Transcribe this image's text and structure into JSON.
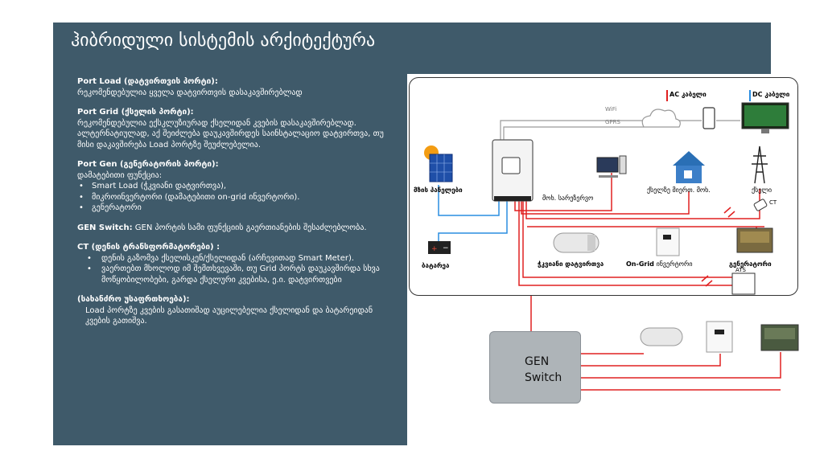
{
  "title": "ჰიბრიდული სისტემის არქიტექტურა",
  "sections": {
    "load": {
      "heading": "Port Load (დატვირთვის პორტი):",
      "text": "რეკომენდებულია ყველა დატვირთვის დასაკავშირებლად"
    },
    "grid": {
      "heading": "Port Grid (ქსელის პორტი):",
      "text": "რეკომენდებულია ექსკლუზიურად ქსელიდან კვების დასაკავშირებლად. ალტერნატიულად, აქ შეიძლება დაუკავშირდეს საინსტალაციო დატვირთვა, თუ მისი დაკავშირება Load პორტზე შეუძლებელია."
    },
    "gen": {
      "heading": "Port Gen (გენერატორის პორტი):",
      "intro": "დამატებითი ფუნქცია:",
      "items": [
        "Smart Load (ჭკვიანი დატვირთვა),",
        "მიკროინვერტორი (დამატებითი on-grid ინვერტორი).",
        "გენერატორი"
      ]
    },
    "switch": {
      "heading": "GEN Switch:",
      "text": "GEN პორტის სამი ფუნქციის გაერთიანების შესაძლებლობა."
    },
    "ct": {
      "heading": "CT (დენის ტრანსფორმატორები) :",
      "items": [
        "დენის გაზომვა ქსელისკენ/ქსელიდან (არჩევითად Smart Meter).",
        "ვაერთებთ მხოლოდ იმ შემთხვევაში, თუ Grid პორტს დაუკავშირდა სხვა მოწყობილობები, გარდა ქსელური კვებისა, ე.ი. დატვირთვები"
      ]
    },
    "safety": {
      "heading": "(სახანძრო უსაფრთხოება):",
      "text": "Load პორტზე კვების გასათიშად აუცილებელია ქსელიდან და ბატარეიდან კვების გათიშვა."
    }
  },
  "diagram": {
    "ac_cable": "AC კაბელი",
    "dc_cable": "DC კაბელი",
    "wifi": "WiFi",
    "gprs": "GPRS",
    "solar": "მზის პანელები",
    "user": "მოხ. სარეზერვო",
    "house": "ქსელზე მიერთ. მოხ.",
    "grid": "ქსელი",
    "ct": "CT",
    "battery": "ბატარეა",
    "smart_load": "ჭკვიანი დატვირთვა",
    "on_grid_bold": "On-Grid",
    "on_grid_rest": "ინვერტორი",
    "generator": "გენერატორი",
    "ats": "ATS"
  },
  "gen_switch": {
    "line1": "GEN",
    "line2": "Switch"
  },
  "colors": {
    "panel": "#3f5a6a",
    "ac": "#e02020",
    "dc": "#2a8de0",
    "comm": "#9a9a9a"
  }
}
